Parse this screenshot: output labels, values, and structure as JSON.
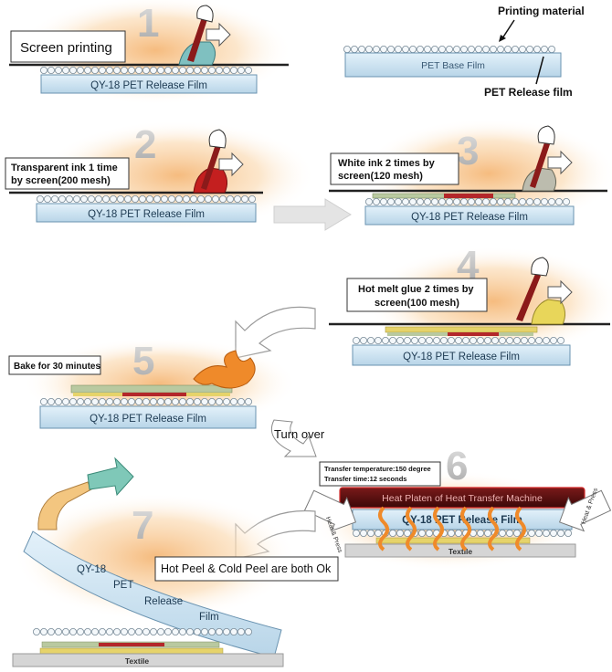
{
  "steps": {
    "s1": {
      "number": "1",
      "label": "Screen printing",
      "film": "QY-18 PET Release Film"
    },
    "base": {
      "printing_material": "Printing material",
      "pet_base": "PET Base Film",
      "pet_release": "PET Release film"
    },
    "s2": {
      "number": "2",
      "label_line1": "Transparent ink 1 time",
      "label_line2": "by screen(200 mesh)",
      "film": "QY-18 PET Release Film"
    },
    "s3": {
      "number": "3",
      "label_line1": "White ink 2 times by",
      "label_line2": "screen(120 mesh)",
      "film": "QY-18 PET Release Film"
    },
    "s4": {
      "number": "4",
      "label_line1": "Hot melt glue 2 times by",
      "label_line2": "screen(100 mesh)",
      "film": "QY-18 PET Release Film"
    },
    "s5": {
      "number": "5",
      "label": "Bake for 30 minutes",
      "film": "QY-18 PET Release Film"
    },
    "turn_over": "Turn over",
    "s6": {
      "number": "6",
      "temp": "Transfer temperature:150 degree",
      "time": "Transfer time:12 seconds",
      "platen": "Heat Platen of Heat Transfer Machine",
      "film": "QY-18 PET Release Film",
      "textile": "Textile",
      "heat_press_left": "Heat & Press",
      "heat_press_right": "Heat & Press"
    },
    "s7": {
      "number": "7",
      "film_words": [
        "QY-18",
        "PET",
        "Release",
        "Film"
      ],
      "peel_note": "Hot Peel & Cold Peel are both Ok",
      "textile": "Textile"
    }
  },
  "colors": {
    "film": "#cde3f0",
    "film_stroke": "#6a93b0",
    "ink_red": "#b3272a",
    "white_ink": "#b9c9a0",
    "glue": "#e6d36a",
    "platen": "#5a1010",
    "glow": "#f7c98d",
    "orange_flame": "#ef8a2a"
  }
}
